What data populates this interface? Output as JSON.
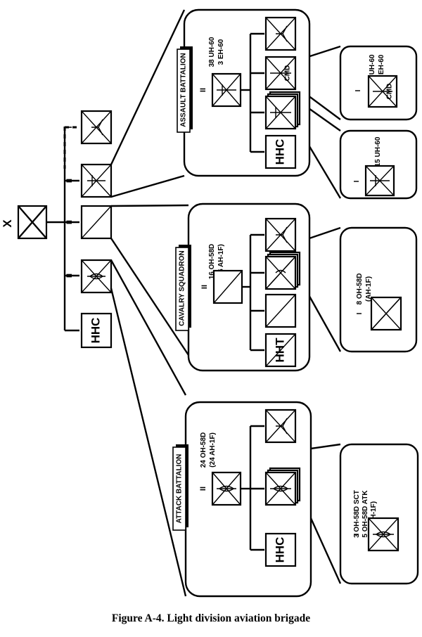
{
  "caption": "Figure A-4.  Light division aviation brigade",
  "brigade": {
    "echelon": "X"
  },
  "brigade_units": [
    {
      "text": "HHC",
      "echelon": "I"
    },
    {
      "echelon": "II"
    },
    {
      "echelon": "II"
    },
    {
      "echelon": "II"
    },
    {
      "echelon": "I"
    }
  ],
  "attack_battalion": {
    "title": "ATTACK BATTALION",
    "hq_echelon": "II",
    "aircraft": [
      "24 OH-58D",
      "(24 AH-1F)"
    ],
    "subunits": [
      {
        "text": "HHC",
        "echelon": "I"
      },
      {
        "echelon": "I"
      },
      {
        "echelon": "I"
      }
    ],
    "detail": {
      "echelon": "I",
      "aircraft": [
        "3 OH-58D SCT",
        "5 OH-58D ATK",
        "(AH-1F)"
      ]
    }
  },
  "cavalry_squadron": {
    "title": "CAVALRY SQUADRON",
    "hq_echelon": "II",
    "aircraft": [
      "16 OH-58D",
      "(16 AH-1F)"
    ],
    "subunits": [
      {
        "text": "HHT",
        "echelon": "I"
      },
      {
        "echelon": "I"
      },
      {
        "echelon": "I"
      },
      {
        "echelon": "I"
      }
    ],
    "detail": {
      "echelon": "I",
      "aircraft": [
        "8 OH-58D",
        "(AH-1F)"
      ]
    }
  },
  "assault_battalion": {
    "title": "ASSAULT BATTALION",
    "hq_echelon": "II",
    "aircraft": [
      "38 UH-60",
      "3 EH-60"
    ],
    "subunits": [
      {
        "text": "HHC",
        "echelon": "I"
      },
      {
        "echelon": "I"
      },
      {
        "echelon": "I",
        "tag": "CMD"
      },
      {
        "echelon": "I"
      }
    ],
    "detail_lift": {
      "echelon": "I",
      "aircraft": [
        "15 UH-60"
      ]
    },
    "detail_cmd": {
      "echelon": "I",
      "tag": "CMD",
      "aircraft": [
        "8 UH-60",
        "3 EH-60"
      ]
    }
  }
}
